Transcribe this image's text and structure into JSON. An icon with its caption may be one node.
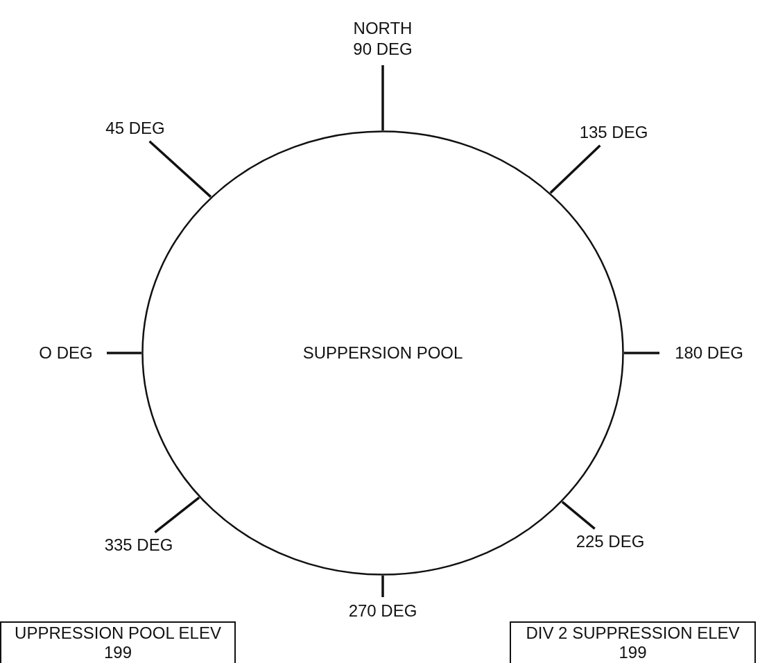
{
  "diagram": {
    "nodes": [
      {
        "text": [
          "SUPPERSION POOL"
        ]
      },
      {
        "text": [
          "NORTH 90 DEG"
        ]
      },
      {
        "text": [
          "45 DEG"
        ]
      },
      {
        "text": [
          "135 DEG"
        ]
      },
      {
        "text": [
          "O DEG"
        ]
      },
      {
        "text": [
          "180 DEG"
        ]
      },
      {
        "text": [
          "335 DEG"
        ]
      },
      {
        "text": [
          "225 DEG"
        ]
      },
      {
        "text": [
          "270 DEG"
        ]
      },
      {
        "text": [
          "UPPRESSION POOL ELEV 199"
        ]
      },
      {
        "text": [
          "DIV 2 SUPPRESSION ELEV 199"
        ]
      }
    ],
    "edges": [
      {
        "from": 1,
        "to": 0,
        "arrow": "none"
      },
      {
        "from": 2,
        "to": 0,
        "arrow": "none"
      },
      {
        "from": 3,
        "to": 0,
        "arrow": "none"
      },
      {
        "from": 4,
        "to": 0,
        "arrow": "none"
      },
      {
        "from": 5,
        "to": 0,
        "arrow": "none"
      },
      {
        "from": 6,
        "to": 0,
        "arrow": "none"
      },
      {
        "from": 7,
        "to": 0,
        "arrow": "none"
      },
      {
        "from": 8,
        "to": 0,
        "arrow": "none"
      }
    ]
  }
}
